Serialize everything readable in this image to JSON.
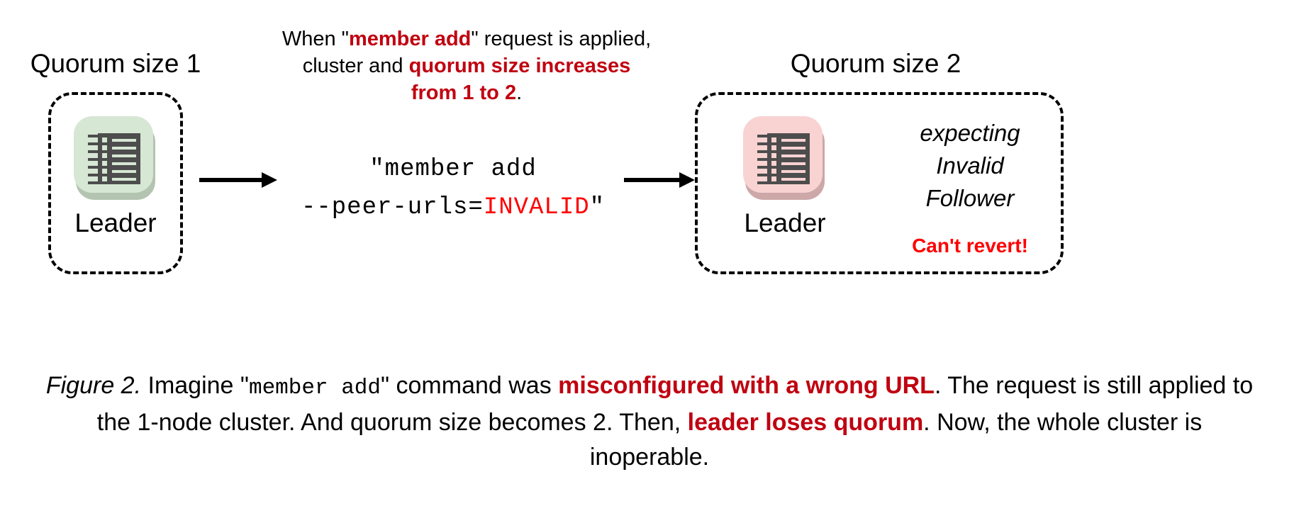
{
  "figure": {
    "left_group": {
      "quorum_label": "Quorum size 1",
      "node_label": "Leader",
      "icon_name": "ledger-notebook-icon",
      "icon_bg_color": "#D6E7D3"
    },
    "right_group": {
      "quorum_label": "Quorum size 2",
      "node_label": "Leader",
      "icon_name": "ledger-notebook-icon",
      "icon_bg_color": "#F9D2D2",
      "status_lines": [
        "expecting",
        "Invalid",
        "Follower"
      ],
      "warning": "Can't revert!"
    },
    "top_note": {
      "line1_pre": "When \"",
      "line1_emphasis": "member add",
      "line1_post": "\" request is applied,",
      "line2_pre": "cluster and ",
      "line2_emphasis": "quorum size increases",
      "line3_emphasis": "from 1 to 2",
      "line3_post": "."
    },
    "command": {
      "line1": "\"member add",
      "line2_pre": "--peer-urls=",
      "line2_invalid": "INVALID",
      "line2_post": "\""
    },
    "arrows": {
      "left_arrow_name": "arrow-left-to-command",
      "right_arrow_name": "arrow-command-to-right"
    },
    "caption": {
      "figure_number": "Figure 2.",
      "seg1": " Imagine \"",
      "seg_mono": "member add",
      "seg2": "\" command was ",
      "seg_red1": "misconfigured with a wrong URL",
      "seg3": ". The request is still applied to the 1-node cluster. And quorum size becomes 2. Then, ",
      "seg_red2": "leader loses quorum",
      "seg4": ". Now, the whole cluster is inoperable."
    },
    "colors": {
      "emphasis_red": "#C00010",
      "alert_red": "#FF0000",
      "icon_body": "#4D4D4D",
      "background": "#FFFFFF"
    }
  }
}
